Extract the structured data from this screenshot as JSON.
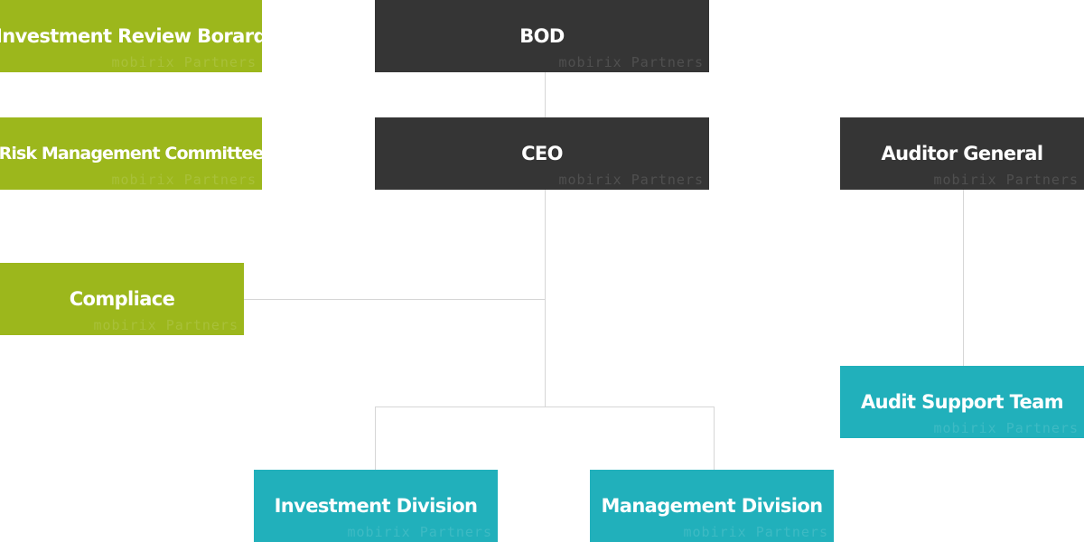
{
  "colors": {
    "green": "#9cb71c",
    "dark": "#353535",
    "teal": "#21b0bb",
    "connector": "#d6d6d6"
  },
  "watermark": "mobirix Partners",
  "nodes": {
    "investment_review_board": "Investment Review Borard",
    "risk_management_committee": "Risk Management Committee",
    "compliance": "Compliace",
    "bod": "BOD",
    "ceo": "CEO",
    "auditor_general": "Auditor General",
    "audit_support_team": "Audit Support Team",
    "investment_division": "Investment Division",
    "management_division": "Management Division"
  }
}
